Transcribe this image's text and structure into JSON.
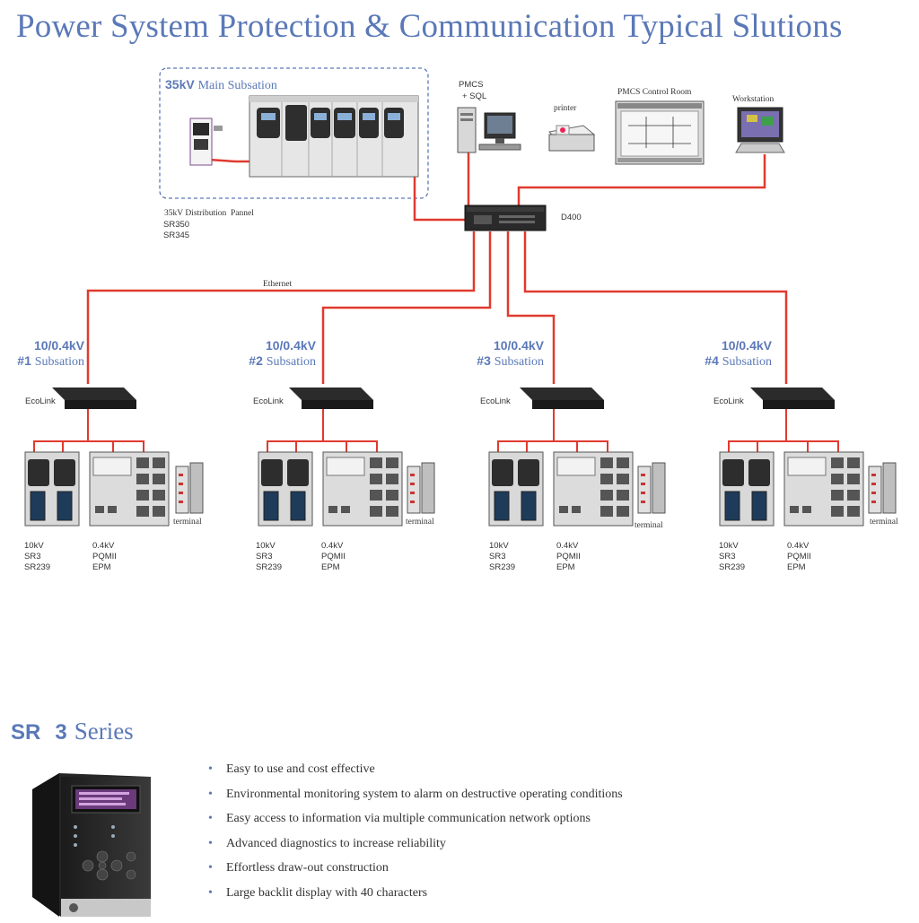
{
  "title": "Power System Protection & Communication Typical Slutions",
  "main_substation": {
    "voltage": "35kV",
    "name": "Main Subsation",
    "panel_label": "35kV Distribution  Pannel",
    "relays": [
      "SR350",
      "SR345"
    ]
  },
  "pmcs": {
    "line1": "PMCS",
    "line2": "+ SQL"
  },
  "printer_label": "printer",
  "control_room_label": "PMCS Control Room",
  "workstation_label": "Workstation",
  "d400_label": "D400",
  "ethernet_label": "Ethernet",
  "substations": [
    {
      "voltage": "10/0.4kV",
      "num": "#1",
      "name": "Subsation",
      "switch": "EcoLink",
      "terminal": "terminal",
      "left_col": [
        "10kV",
        "SR3",
        "SR239"
      ],
      "right_col": [
        "0.4kV",
        "PQMII",
        "EPM"
      ]
    },
    {
      "voltage": "10/0.4kV",
      "num": "#2",
      "name": "Subsation",
      "switch": "EcoLink",
      "terminal": "terminal",
      "left_col": [
        "10kV",
        "SR3",
        "SR239"
      ],
      "right_col": [
        "0.4kV",
        "PQMII",
        "EPM"
      ]
    },
    {
      "voltage": "10/0.4kV",
      "num": "#3",
      "name": "Subsation",
      "switch": "EcoLink",
      "terminal": "terminal",
      "left_col": [
        "10kV",
        "SR3",
        "SR239"
      ],
      "right_col": [
        "0.4kV",
        "PQMII",
        "EPM"
      ]
    },
    {
      "voltage": "10/0.4kV",
      "num": "#4",
      "name": "Subsation",
      "switch": "EcoLink",
      "terminal": "terminal",
      "left_col": [
        "10kV",
        "SR3",
        "SR239"
      ],
      "right_col": [
        "0.4kV",
        "PQMII",
        "EPM"
      ]
    }
  ],
  "series": {
    "prefix": "SR",
    "number": "3",
    "word": "Series"
  },
  "features": [
    "Easy to use and cost effective",
    "Environmental monitoring system to alarm on destructive operating conditions",
    "Easy access to information via multiple communication network options",
    "Advanced diagnostics to increase reliability",
    "Effortless draw-out construction",
    "Large backlit display with 40 characters"
  ],
  "colors": {
    "accent": "#5b79b8",
    "link": "#e03a2f",
    "device": "#4a4a4a"
  }
}
